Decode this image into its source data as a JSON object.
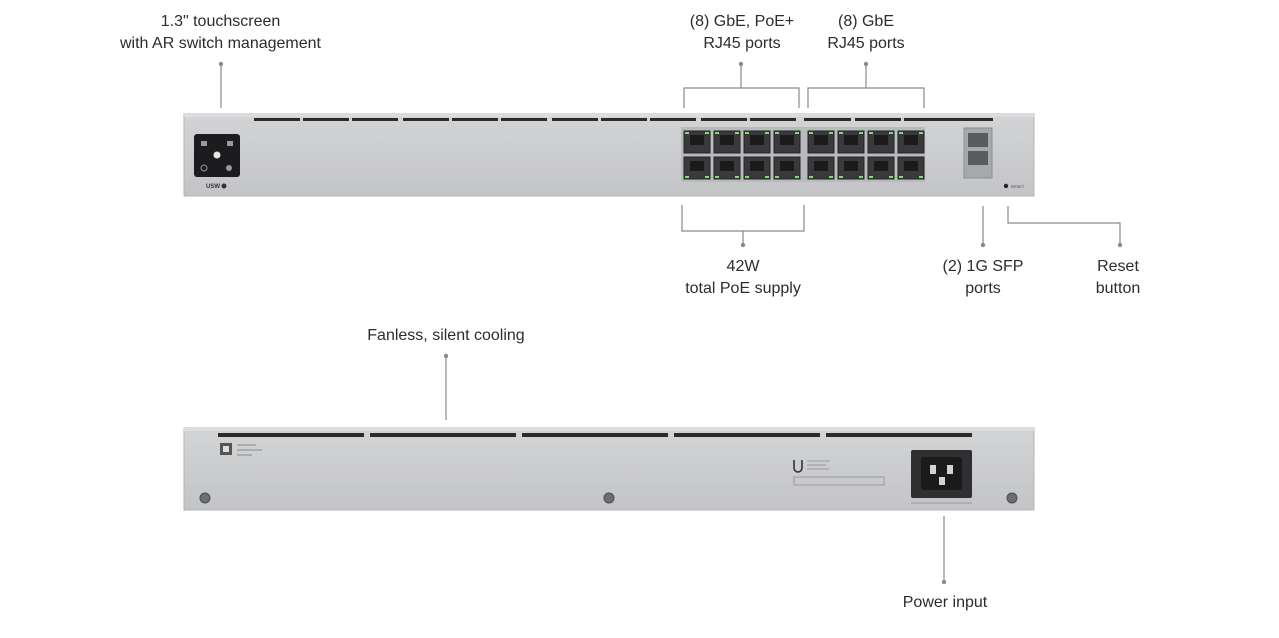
{
  "callouts": {
    "touchscreen": [
      "1.3\" touchscreen",
      "with AR switch management"
    ],
    "poe_ports": [
      "(8) GbE, PoE+",
      "RJ45 ports"
    ],
    "gbe_ports": [
      "(8) GbE",
      "RJ45 ports"
    ],
    "poe_supply": [
      "42W",
      "total PoE supply"
    ],
    "sfp_ports": [
      "(2) 1G SFP",
      "ports"
    ],
    "reset": [
      "Reset",
      "button"
    ],
    "cooling": [
      "Fanless, silent cooling"
    ],
    "power": [
      "Power input"
    ]
  },
  "device": {
    "model_badge": "USW",
    "reset_marking": "RESET"
  },
  "colors": {
    "chassis": "#c9cacc",
    "chassis_edge": "#b3b4b6",
    "vent": "#2b2b2b",
    "port_body": "#3a3a3c",
    "port_led": "#7ee06a",
    "leader": "#8a8a8a",
    "text": "#2c2c2c"
  }
}
